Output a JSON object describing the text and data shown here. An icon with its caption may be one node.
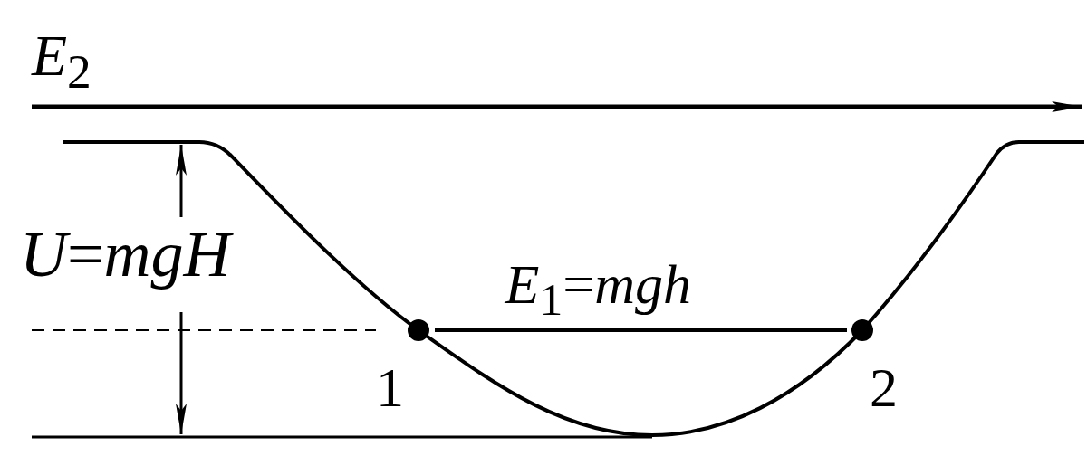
{
  "diagram": {
    "nodes": [
      {
        "text": [
          "1"
        ]
      },
      {
        "text": [
          "2"
        ]
      }
    ],
    "edges": [
      {
        "from": 0,
        "to": 1,
        "arrow": "none",
        "label": "*E*$_{1}$=*mgh*"
      }
    ],
    "labels": [
      "*E*$_{2}$",
      "*U*=*mgH*"
    ]
  }
}
